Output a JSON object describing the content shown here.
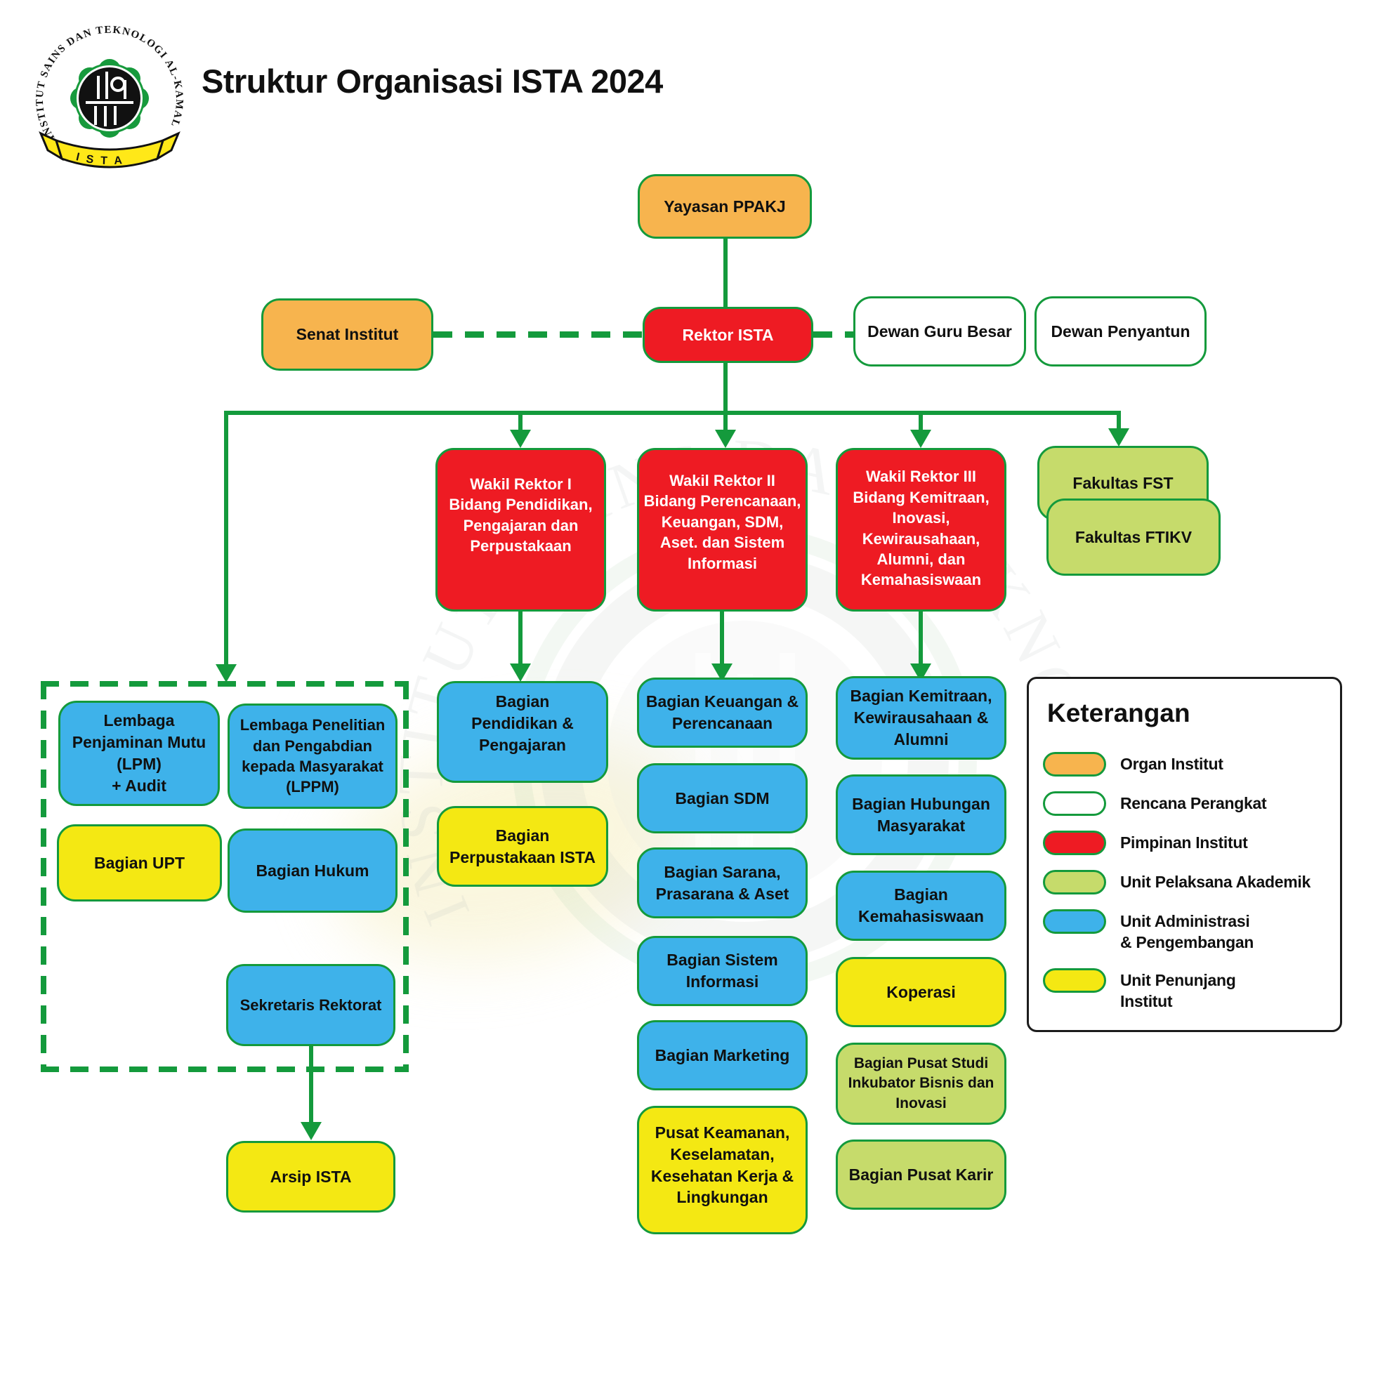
{
  "title": "Struktur Organisasi ISTA 2024",
  "logo": {
    "circular_text": "INSTITUT SAINS DAN TEKNOLOGI AL-KAMAL",
    "banner_text": "I S T A"
  },
  "colors": {
    "organ_institut": "#F7B44E",
    "rencana_perangkat": "#FFFFFF",
    "pimpinan_institut": "#EE1B23",
    "unit_pelaksana_akademik": "#C6DB6B",
    "unit_administrasi_pengembangan": "#3EB2EA",
    "unit_penunjang_institut": "#F4E813",
    "connector_green": "#149A3C"
  },
  "nodes": {
    "yayasan": "Yayasan PPAKJ",
    "senat": "Senat Institut",
    "rektor": "Rektor ISTA",
    "dewan_guru_besar": "Dewan Guru Besar",
    "dewan_penyantun": "Dewan Penyantun",
    "warek1": "Wakil Rektor I\nBidang Pendidikan,\nPengajaran dan\nPerpustakaan",
    "warek2": "Wakil Rektor II\nBidang Perencanaan,\nKeuangan, SDM,\nAset. dan Sistem\nInformasi",
    "warek3": "Wakil Rektor III\nBidang Kemitraan,\nInovasi,\nKewirausahaan,\nAlumni, dan\nKemahasiswaan",
    "fakultas_fst": "Fakultas FST",
    "fakultas_ftikv": "Fakultas FTIKV",
    "lpm": "Lembaga\nPenjaminan Mutu\n(LPM)\n+ Audit",
    "lppm": "Lembaga Penelitian\ndan Pengabdian\nkepada Masyarakat\n(LPPM)",
    "bagian_upt": "Bagian UPT",
    "bagian_hukum": "Bagian Hukum",
    "sekretaris_rektorat": "Sekretaris Rektorat",
    "arsip_ista": "Arsip ISTA",
    "bagian_pendidikan": "Bagian\nPendidikan &\nPengajaran",
    "bagian_perpustakaan": "Bagian\nPerpustakaan ISTA",
    "bagian_keuangan": "Bagian Keuangan &\nPerencanaan",
    "bagian_sdm": "Bagian SDM",
    "bagian_sarana": "Bagian Sarana,\nPrasarana & Aset",
    "bagian_sistem_informasi": "Bagian Sistem\nInformasi",
    "bagian_marketing": "Bagian Marketing",
    "pusat_k3l": "Pusat Keamanan,\nKeselamatan,\nKesehatan Kerja &\nLingkungan",
    "bagian_kemitraan": "Bagian Kemitraan,\nKewirausahaan &\nAlumni",
    "bagian_humas": "Bagian Hubungan\nMasyarakat",
    "bagian_kemahasiswaan": "Bagian\nKemahasiswaan",
    "koperasi": "Koperasi",
    "pusat_studi_inkubator": "Bagian Pusat Studi\nInkubator Bisnis dan\nInovasi",
    "pusat_karir": "Bagian Pusat Karir"
  },
  "legend": {
    "title": "Keterangan",
    "items": [
      {
        "label": "Organ Institut",
        "color": "#F7B44E"
      },
      {
        "label": "Rencana Perangkat",
        "color": "#FFFFFF"
      },
      {
        "label": "Pimpinan Institut",
        "color": "#EE1B23"
      },
      {
        "label": "Unit Pelaksana Akademik",
        "color": "#C6DB6B"
      },
      {
        "label": "Unit Administrasi\n& Pengembangan",
        "color": "#3EB2EA"
      },
      {
        "label": "Unit Penunjang\nInstitut",
        "color": "#F4E813"
      }
    ]
  }
}
